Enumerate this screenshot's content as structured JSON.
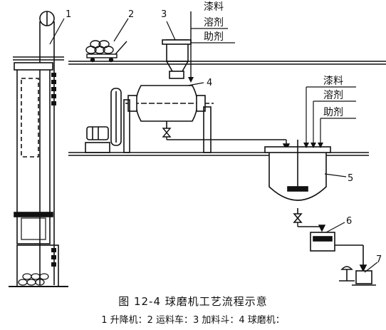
{
  "figure": {
    "caption": "图 12-4   球磨机工艺流程示意",
    "legend": "1   升降机：2   运料车：3   加料斗：4   球磨机："
  },
  "labels": {
    "feed_top": [
      "漆料",
      "溶剂",
      "助剂"
    ],
    "feed_tank": [
      "漆料",
      "溶剂",
      "助剂"
    ],
    "numbers": [
      "1",
      "2",
      "3",
      "4",
      "5",
      "6",
      "7"
    ]
  },
  "components": [
    {
      "id": "1",
      "name": "升降机"
    },
    {
      "id": "2",
      "name": "运料车"
    },
    {
      "id": "3",
      "name": "加料斗"
    },
    {
      "id": "4",
      "name": "球磨机"
    }
  ]
}
